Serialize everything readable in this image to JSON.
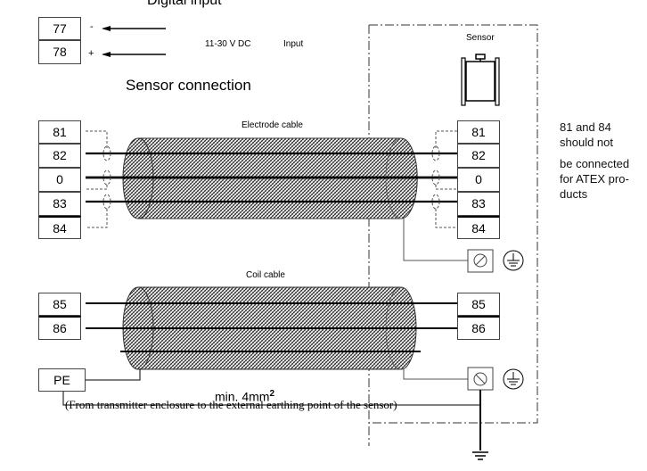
{
  "digital_input": {
    "title": "Digital input",
    "terminals": [
      {
        "label": "77",
        "polarity": "-"
      },
      {
        "label": "78",
        "polarity": "+"
      }
    ],
    "voltage": "11-30 V DC",
    "signal": "Input"
  },
  "sensor_connection": {
    "title": "Sensor connection",
    "sensor_label": "Sensor",
    "electrode_cable": {
      "label": "Electrode cable",
      "left_terminals": [
        "81",
        "82",
        "0",
        "83",
        "84"
      ],
      "right_terminals": [
        "81",
        "82",
        "0",
        "83",
        "84"
      ]
    },
    "coil_cable": {
      "label": "Coil cable",
      "left_terminals": [
        "85",
        "86"
      ],
      "right_terminals": [
        "85",
        "86"
      ]
    },
    "pe_terminal": "PE",
    "pe_wire_size": "min. 4mm",
    "pe_wire_size_sup": "2",
    "pe_note": "(From transmitter enclosure to the external earthing point of the sensor)",
    "atex_note": {
      "line1": "81 and 84",
      "line2": "should not",
      "line3": "be connected",
      "line4": "for ATEX pro-",
      "line5": "ducts"
    }
  }
}
